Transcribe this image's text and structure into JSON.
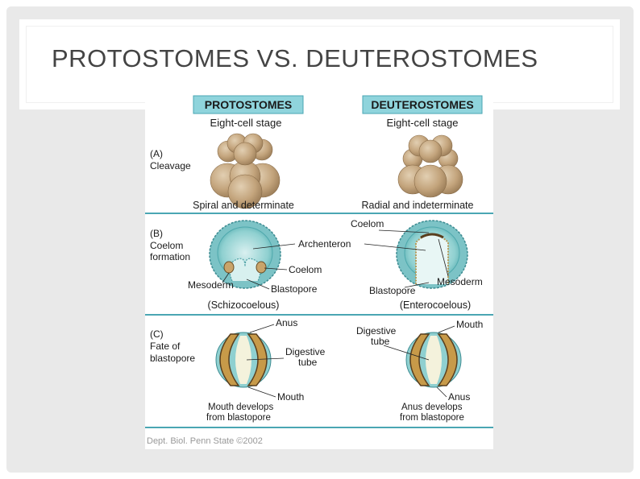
{
  "slide": {
    "title": "PROTOSTOMES VS. DEUTEROSTOMES"
  },
  "diagram": {
    "headers": {
      "protostomes": "PROTOSTOMES",
      "deuterostomes": "DEUTEROSTOMES"
    },
    "panelA": {
      "label_letter": "(A)",
      "label": "Cleavage",
      "proto_stage": "Eight-cell stage",
      "deut_stage": "Eight-cell stage",
      "proto_caption": "Spiral and determinate",
      "deut_caption": "Radial and indeterminate"
    },
    "panelB": {
      "label_letter": "(B)",
      "label_line1": "Coelom",
      "label_line2": "formation",
      "coelom_top": "Coelom",
      "archenteron": "Archenteron",
      "proto_coelom": "Coelom",
      "proto_mesoderm": "Mesoderm",
      "proto_blastopore": "Blastopore",
      "deut_blastopore": "Blastopore",
      "deut_mesoderm": "Mesoderm",
      "proto_caption": "(Schizocoelous)",
      "deut_caption": "(Enterocoelous)"
    },
    "panelC": {
      "label_letter": "(C)",
      "label_line1": "Fate of",
      "label_line2": "blastopore",
      "proto_anus": "Anus",
      "proto_tube_line1": "Digestive",
      "proto_tube_line2": "tube",
      "proto_mouth": "Mouth",
      "proto_note_line1": "Mouth develops",
      "proto_note_line2": "from blastopore",
      "deut_tube_line1": "Digestive",
      "deut_tube_line2": "tube",
      "deut_mouth": "Mouth",
      "deut_anus": "Anus",
      "deut_note_line1": "Anus develops",
      "deut_note_line2": "from blastopore"
    },
    "credit": "Dept. Biol. Penn State ©2002"
  }
}
